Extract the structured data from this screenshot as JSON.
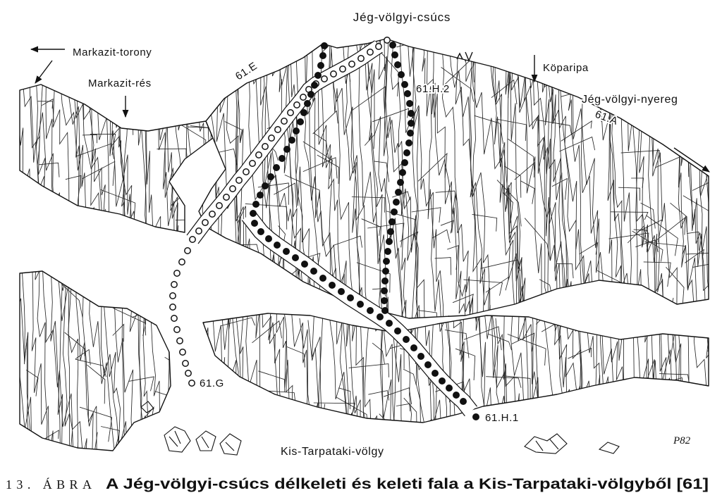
{
  "figure": {
    "summit": "Jég-völgyi-csúcs",
    "markazit_torony": "Markazit-torony",
    "markazit_res": "Markazit-rés",
    "koparipa": "Köparipa",
    "nyereg": "Jég-völgyi-nyereg",
    "valley": "Kis-Tarpataki-völgy",
    "signature": "P82"
  },
  "routes": [
    {
      "label": "61.E"
    },
    {
      "label": "61.H.2"
    },
    {
      "label": "61.A"
    },
    {
      "label": "61.G"
    },
    {
      "label": "61.H.1"
    }
  ],
  "caption": {
    "number": "13. ÁBRA",
    "title": "A Jég-völgyi-csúcs délkeleti és keleti fala a Kis-Tarpataki-völgyből [61]"
  },
  "colors": {
    "ink": "#111111",
    "paper": "#ffffff"
  }
}
